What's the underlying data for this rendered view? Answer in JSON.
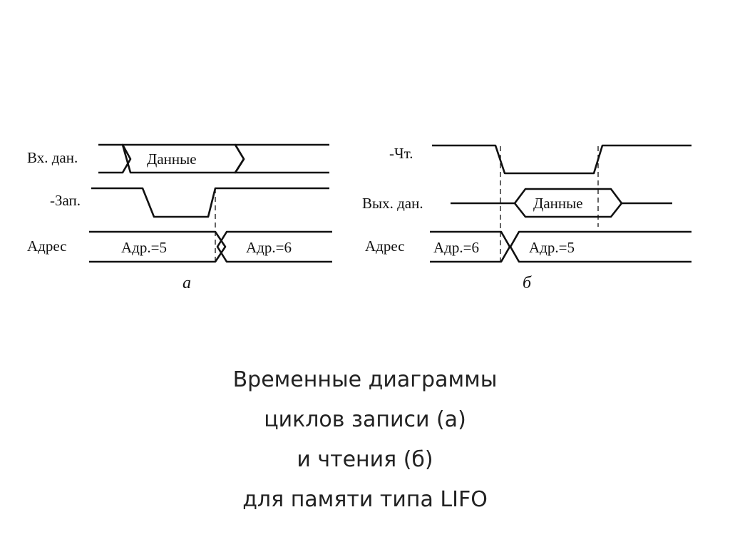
{
  "panel_a": {
    "caption": "а",
    "signals": {
      "data_in": "Вх. дан.",
      "write": "-Зап.",
      "address": "Адрес"
    },
    "data_bus_label": "Данные",
    "address_values": [
      "Адр.=5",
      "Адр.=6"
    ]
  },
  "panel_b": {
    "caption": "б",
    "signals": {
      "read": "-Чт.",
      "data_out": "Вых. дан.",
      "address": "Адрес"
    },
    "data_bus_label": "Данные",
    "address_values": [
      "Адр.=6",
      "Адр.=5"
    ]
  },
  "caption": {
    "lines": [
      "Временные диаграммы",
      "циклов записи (а)",
      "и чтения (б)",
      "для памяти типа LIFO"
    ]
  }
}
